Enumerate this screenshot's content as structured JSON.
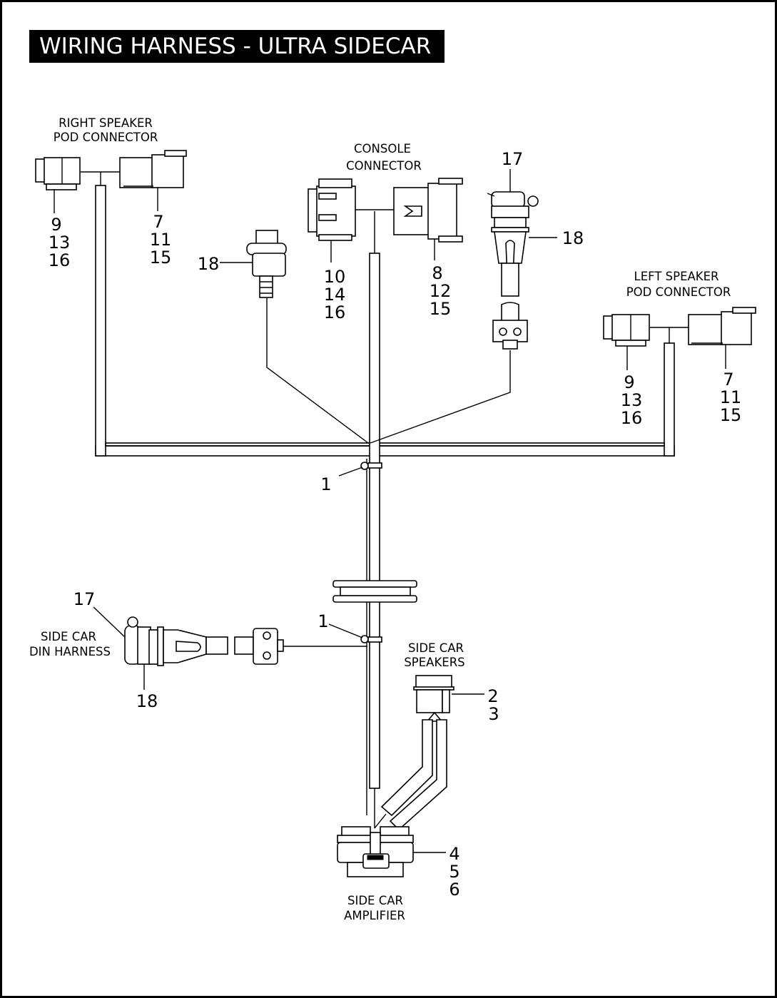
{
  "title": "WIRING HARNESS - ULTRA SIDECAR",
  "labels": {
    "right_speaker_pod": [
      "RIGHT SPEAKER",
      "POD CONNECTOR"
    ],
    "console_connector": [
      "CONSOLE",
      "CONNECTOR"
    ],
    "left_speaker_pod": [
      "LEFT SPEAKER",
      "POD CONNECTOR"
    ],
    "side_car_din_harness": [
      "SIDE CAR",
      "DIN HARNESS"
    ],
    "side_car_speakers": [
      "SIDE CAR",
      "SPEAKERS"
    ],
    "side_car_amplifier": [
      "SIDE CAR",
      "AMPLIFIER"
    ]
  },
  "callouts": {
    "right_pod_left": [
      "9",
      "13",
      "16"
    ],
    "right_pod_right": [
      "7",
      "11",
      "15"
    ],
    "console_left": [
      "10",
      "14",
      "16"
    ],
    "console_right": [
      "8",
      "12",
      "15"
    ],
    "left_pod_left": [
      "9",
      "13",
      "16"
    ],
    "left_pod_right": [
      "7",
      "11",
      "15"
    ],
    "din_top_17": "17",
    "din_top_18": "18",
    "din_small_18": "18",
    "clip_upper": "1",
    "clip_lower": "1",
    "sidecar_17": "17",
    "sidecar_18": "18",
    "speakers": [
      "2",
      "3"
    ],
    "amplifier": [
      "4",
      "5",
      "6"
    ]
  }
}
